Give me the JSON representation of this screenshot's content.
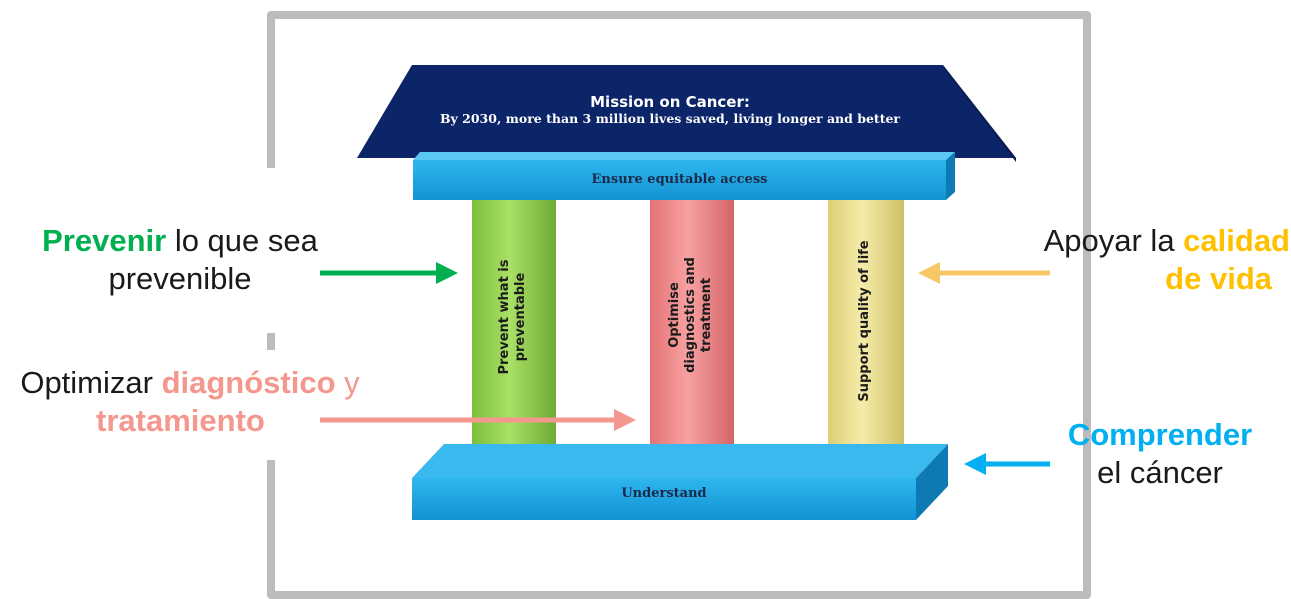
{
  "roof": {
    "title": "Mission on Cancer:",
    "subtitle": "By 2030, more than 3 million lives saved, living longer and better"
  },
  "bands": {
    "top": "Ensure equitable access",
    "base": "Understand"
  },
  "pillars": [
    {
      "label_line1": "Prevent what is",
      "label_line2": "preventable",
      "color": "#8fd14f"
    },
    {
      "label_line1": "Optimise",
      "label_line2": "diagnostics and",
      "label_line3": "treatment",
      "color": "#f0878a"
    },
    {
      "label_line1": "Support quality of life",
      "color": "#ece08a"
    }
  ],
  "annotations": {
    "prevent": {
      "bold": "Prevenir",
      "rest1": " lo que sea",
      "line2": "prevenible",
      "accent": "#00b050"
    },
    "optimise": {
      "line1_start": "Optimizar ",
      "bold1": "diagnóstico",
      "line1_end": " y",
      "bold2": "tratamiento",
      "accent": "#f4978e"
    },
    "support": {
      "line1_start": "Apoyar la ",
      "bold1": "calidad",
      "bold2": "de vida",
      "accent": "#ffc000"
    },
    "understand": {
      "bold": "Comprender",
      "line2": "el cáncer",
      "accent": "#00b0f0"
    }
  },
  "colors": {
    "roof": "#0c2468",
    "band": "#1ca3e0",
    "frame": "#bcbcbc"
  }
}
